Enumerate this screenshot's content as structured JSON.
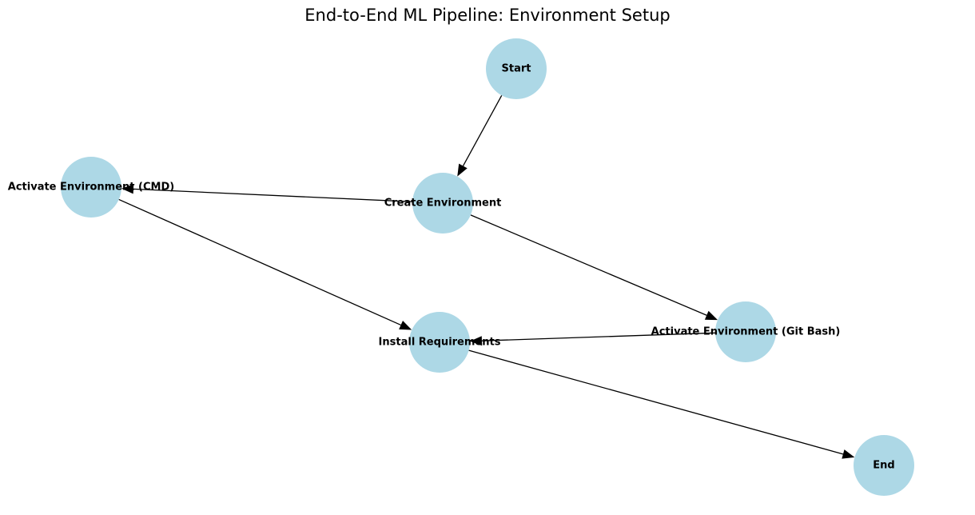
{
  "title": "End-to-End ML Pipeline: Environment Setup",
  "colors": {
    "node_fill": "#add8e6",
    "edge": "#000000",
    "label": "#000000"
  },
  "nodes": [
    {
      "id": "start",
      "label": "Start"
    },
    {
      "id": "create",
      "label": "Create Environment"
    },
    {
      "id": "act_cmd",
      "label": "Activate Environment (CMD)"
    },
    {
      "id": "act_git",
      "label": "Activate Environment (Git Bash)"
    },
    {
      "id": "install",
      "label": "Install Requirements"
    },
    {
      "id": "end",
      "label": "End"
    }
  ],
  "edges": [
    {
      "from": "start",
      "to": "create"
    },
    {
      "from": "create",
      "to": "act_cmd"
    },
    {
      "from": "create",
      "to": "act_git"
    },
    {
      "from": "act_cmd",
      "to": "install"
    },
    {
      "from": "act_git",
      "to": "install"
    },
    {
      "from": "install",
      "to": "end"
    }
  ]
}
